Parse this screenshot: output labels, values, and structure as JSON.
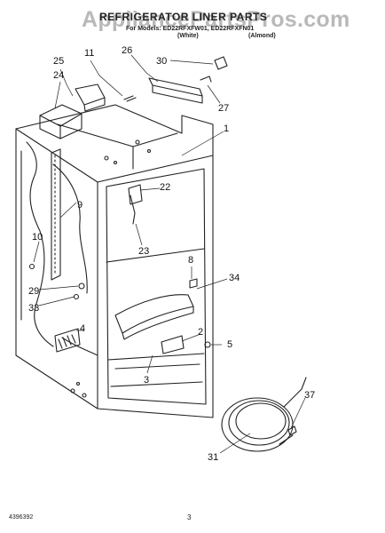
{
  "watermark": "AppliancePartsPros.com",
  "header": {
    "title": "REFRIGERATOR LINER PARTS",
    "subtitle": "For Models: ED22RFXFW01, ED22RFXFN01",
    "variant_1": "(White)",
    "variant_2": "(Almond)"
  },
  "callouts": {
    "p1": "1",
    "p2": "2",
    "p3": "3",
    "p4": "4",
    "p5": "5",
    "p8": "8",
    "p9": "9",
    "p10": "10",
    "p11": "11",
    "p22": "22",
    "p23": "23",
    "p24": "24",
    "p25": "25",
    "p26": "26",
    "p27": "27",
    "p29": "29",
    "p30": "30",
    "p31": "31",
    "p33": "33",
    "p34": "34",
    "p37": "37"
  },
  "footer": {
    "doc_number": "4396392",
    "page_number": "3"
  }
}
